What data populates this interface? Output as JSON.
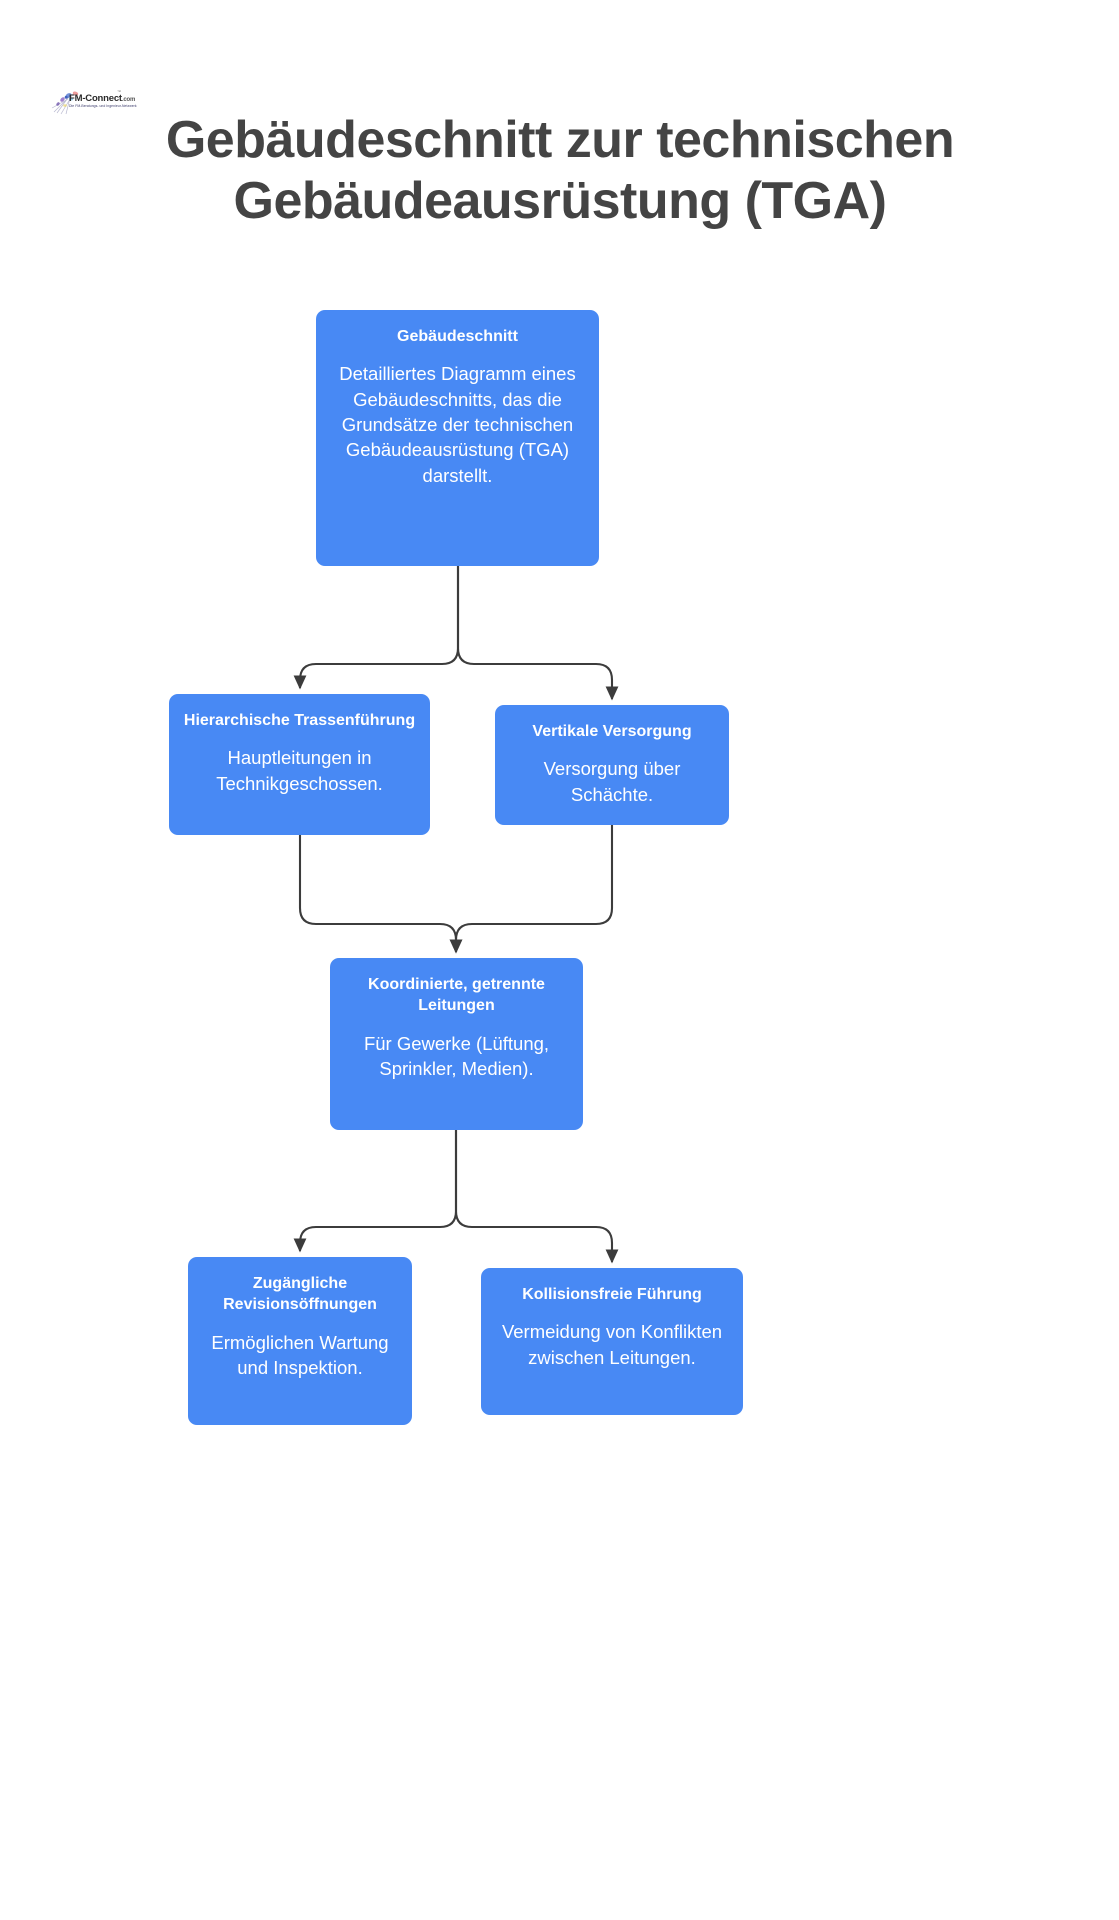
{
  "page": {
    "background_color": "#ffffff",
    "title_color": "#444444",
    "node_color": "#4889f4",
    "node_text_color": "#ffffff",
    "connector_color": "#3c3c3c"
  },
  "logo": {
    "name": "fm-connect-logo",
    "wordmark": "FM-Connect",
    "suffix": ".com",
    "trademark": "™",
    "tagline": "Die FM-Beratungs- und Ingenieur-Netzwerk"
  },
  "header": {
    "title_line1": "Gebäudeschnitt zur technischen",
    "title_line2": "Gebäudeausrüstung (TGA)"
  },
  "chart_data": {
    "type": "diagram",
    "diagram_type": "flowchart",
    "direction": "top-down",
    "title": "Gebäudeschnitt zur technischen Gebäudeausrüstung (TGA)",
    "nodes": [
      {
        "id": "root",
        "title": "Gebäudeschnitt",
        "description": "Detailliertes Diagramm eines Gebäudeschnitts, das die Grundsätze der technischen Gebäudeausrüstung (TGA) darstellt."
      },
      {
        "id": "hierarchisch",
        "title": "Hierarchische Trassenführung",
        "description": "Hauptleitungen in Technikgeschossen."
      },
      {
        "id": "vertikal",
        "title": "Vertikale Versorgung",
        "description": "Versorgung über Schächte."
      },
      {
        "id": "koordiniert",
        "title": "Koordinierte, getrennte Leitungen",
        "description": "Für Gewerke (Lüftung, Sprinkler, Medien)."
      },
      {
        "id": "revision",
        "title": "Zugängliche Revisionsöffnungen",
        "description": "Ermöglichen Wartung und Inspektion."
      },
      {
        "id": "kollision",
        "title": "Kollisionsfreie Führung",
        "description": "Vermeidung von Konflikten zwischen Leitungen."
      }
    ],
    "edges": [
      {
        "from": "root",
        "to": "hierarchisch"
      },
      {
        "from": "root",
        "to": "vertikal"
      },
      {
        "from": "hierarchisch",
        "to": "koordiniert"
      },
      {
        "from": "vertikal",
        "to": "koordiniert"
      },
      {
        "from": "koordiniert",
        "to": "revision"
      },
      {
        "from": "koordiniert",
        "to": "kollision"
      }
    ]
  }
}
